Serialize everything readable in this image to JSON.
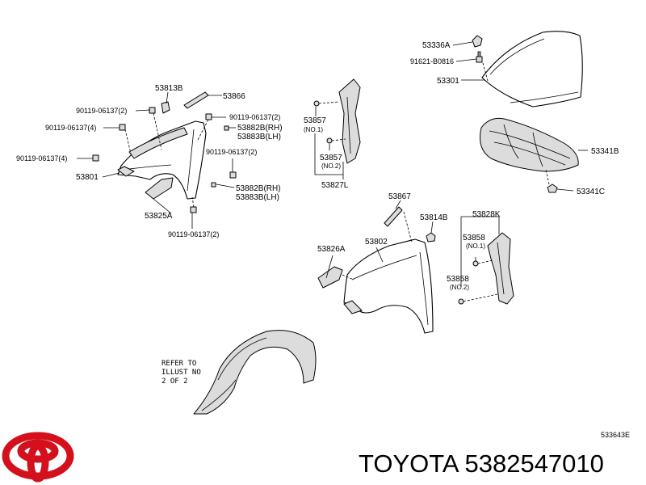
{
  "labels": {
    "p53336A": "53336A",
    "p91621": "91621-B0816",
    "p53301": "53301",
    "p53341B": "53341B",
    "p53341C": "53341C",
    "p53813B": "53813B",
    "p53866": "53866",
    "b2a": "90119-06137(2)",
    "b4a": "90119-06137(4)",
    "b2b": "90119-06137(2)",
    "p53882B_top": "53882B(RH)",
    "p53883B_top": "53883B(LH)",
    "b4b": "90119-06137(4)",
    "b2c": "90119-06137(2)",
    "p53801": "53801",
    "p53882B_bot": "53882B(RH)",
    "p53883B_bot": "53883B(LH)",
    "p53825A": "53825A",
    "b2d": "90119-06137(2)",
    "p53857_1": "53857",
    "no1_a": "(NO.1)",
    "p53857_2": "53857",
    "no2_a": "(NO.2)",
    "p53827L": "53827L",
    "p53867": "53867",
    "p53814B": "53814B",
    "p53828K": "53828K",
    "p53858_1": "53858",
    "no1_b": "(NO.1)",
    "p53826A": "53826A",
    "p53802": "53802",
    "p53858_2": "53858",
    "no2_b": "(NO.2)",
    "ref1": "REFER TO",
    "ref2": "ILLUST NO",
    "ref3": "2 OF 2",
    "code": "533643E"
  },
  "brand": {
    "text": "TOYOTA 5382547010",
    "logo_color": "#d3101c"
  }
}
